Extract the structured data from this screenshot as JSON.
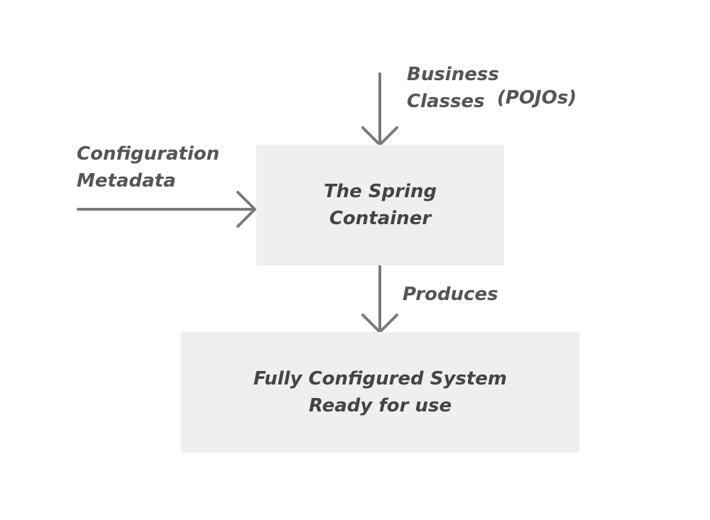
{
  "diagram": {
    "inputs": {
      "business_classes": {
        "lines": [
          "Business",
          "Classes"
        ],
        "note": "(POJOs)"
      },
      "configuration_metadata": {
        "lines": [
          "Configuration",
          "Metadata"
        ]
      }
    },
    "container": {
      "lines": [
        "The Spring",
        "Container"
      ]
    },
    "edge_label": "Produces",
    "output": {
      "lines": [
        "Fully Configured System",
        "Ready for use"
      ]
    }
  }
}
